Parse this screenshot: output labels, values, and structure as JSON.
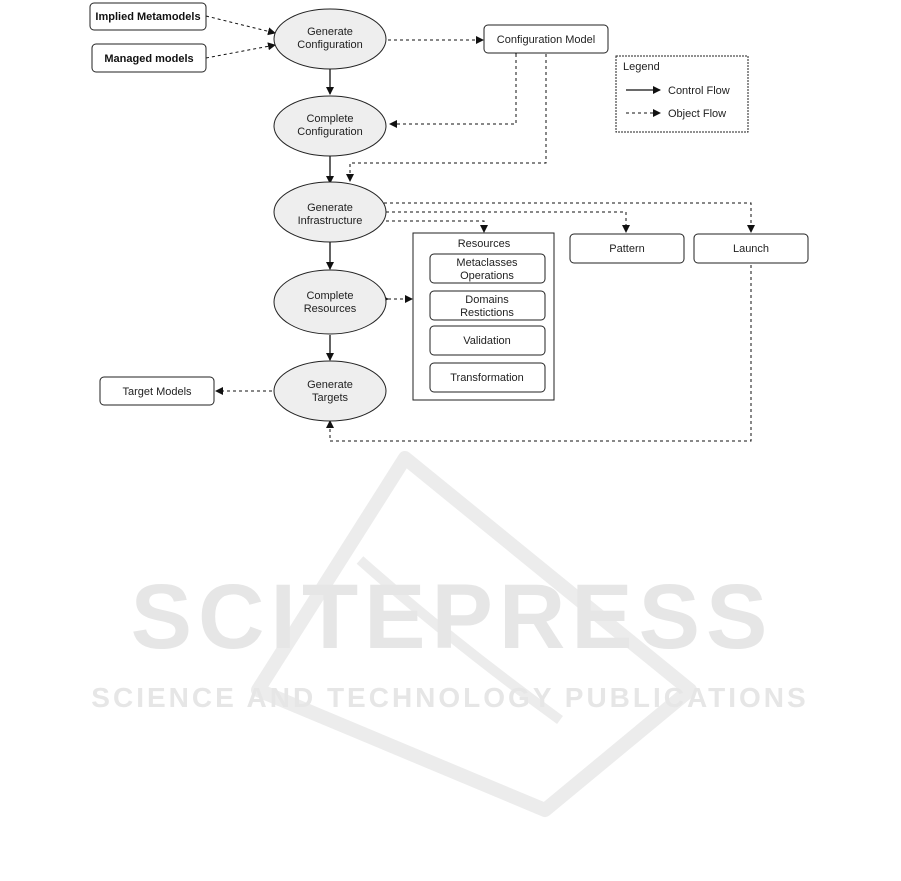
{
  "nodes": {
    "implied_metamodels": "Implied Metamodels",
    "managed_models": "Managed models",
    "generate_configuration": [
      "Generate",
      "Configuration"
    ],
    "configuration_model": "Configuration Model",
    "complete_configuration": [
      "Complete",
      "Configuration"
    ],
    "generate_infrastructure": [
      "Generate",
      "Infrastructure"
    ],
    "complete_resources": [
      "Complete",
      "Resources"
    ],
    "generate_targets": [
      "Generate",
      "Targets"
    ],
    "target_models": "Target Models",
    "pattern": "Pattern",
    "launch": "Launch"
  },
  "resources": {
    "title": "Resources",
    "items": [
      [
        "Metaclasses",
        "Operations"
      ],
      [
        "Domains",
        "Restictions"
      ],
      [
        "Validation"
      ],
      [
        "Transformation"
      ]
    ]
  },
  "legend": {
    "title": "Legend",
    "control_flow": "Control Flow",
    "object_flow": "Object Flow"
  },
  "watermark": {
    "main": "SCITEPRESS",
    "sub": "SCIENCE AND TECHNOLOGY PUBLICATIONS"
  }
}
